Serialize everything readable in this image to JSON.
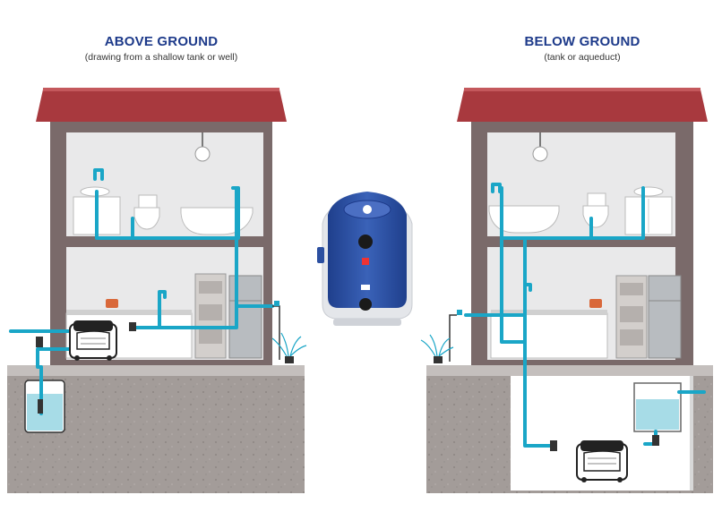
{
  "above": {
    "title": "ABOVE GROUND",
    "subtitle": "(drawing from a shallow tank or well)"
  },
  "below": {
    "title": "BELOW GROUND",
    "subtitle": "(tank or aqueduct)"
  },
  "colors": {
    "pipe": "#1aa6c7",
    "roof": "#a8393e",
    "wall": "#7a6a6a",
    "interior": "#e9e9ea",
    "ground": "#a39c99",
    "water": "#a7dce7",
    "pump_body": "#2b4fa0",
    "title": "#1d3a8a"
  },
  "icons": [
    "sink-icon",
    "toilet-icon",
    "bathtub-icon",
    "lamp-icon",
    "oven-icon",
    "fridge-icon",
    "pump-icon",
    "sprinkler-icon",
    "tap-icon"
  ]
}
